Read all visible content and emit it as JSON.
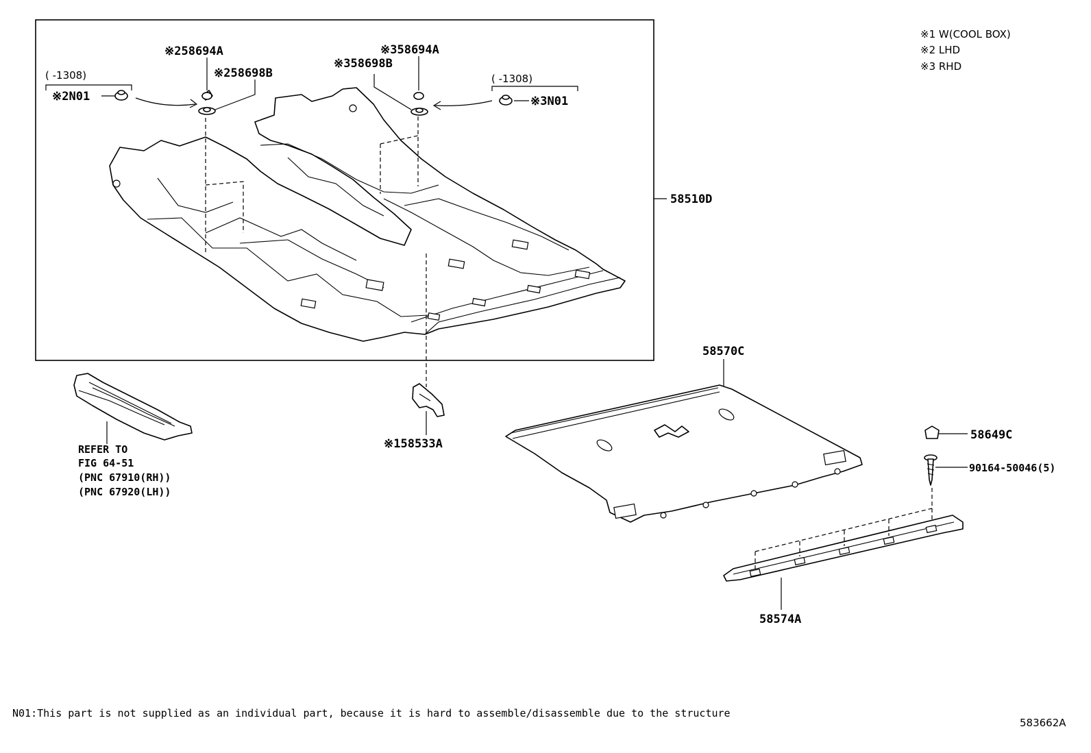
{
  "legend": {
    "items": [
      "※1 W(COOL BOX)",
      "※2 LHD",
      "※3 RHD"
    ]
  },
  "callouts": {
    "c_58694a_l": "※258694A",
    "c_58698b_l": "※258698B",
    "c_58694a_r": "※358694A",
    "c_58698b_r": "※358698B",
    "c_range_l": "(      -1308)",
    "c_range_r": "(      -1308)",
    "c_n01_l": "※2N01",
    "c_n01_r": "※3N01",
    "c_58510d": "58510D",
    "c_58570c": "58570C",
    "c_58533a": "※158533A",
    "c_58649c": "58649C",
    "c_90164": "90164-50046(5)",
    "c_58574a": "58574A"
  },
  "refer": {
    "line1": "REFER TO",
    "line2": "FIG 64-51",
    "line3": "(PNC 67910(RH))",
    "line4": "(PNC 67920(LH))"
  },
  "footer": {
    "note": "N01:This part is not supplied as an individual part,  because it is hard to assemble/disassemble due to the structure",
    "diagram_id": "583662A"
  }
}
